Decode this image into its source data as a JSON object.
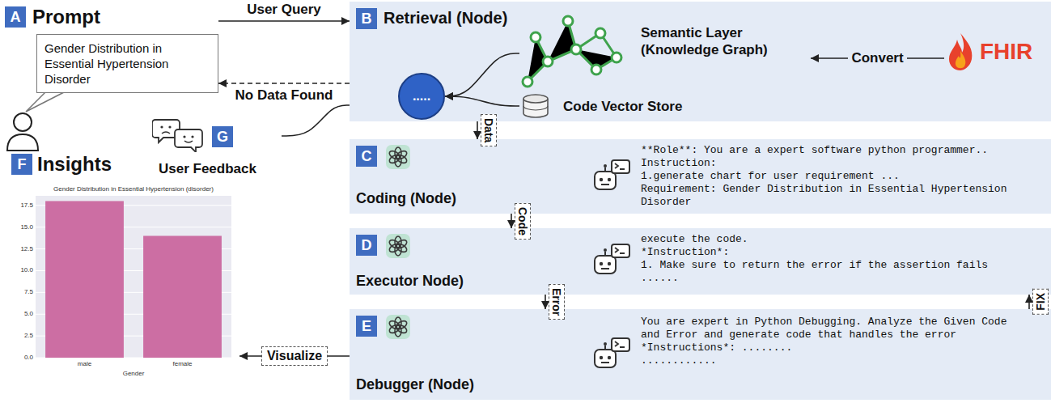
{
  "diagram": {
    "nodes": [
      {
        "text": [
          "A",
          "Prompt"
        ]
      },
      {
        "text": [
          "Gender Distribution in Essential Hypertension Disorder"
        ]
      },
      {
        "text": [
          "B",
          "Retrieval (Node)"
        ]
      },
      {
        "text": [
          "....."
        ],
        "in": 2
      },
      {
        "text": [
          "Semantic Layer (Knowledge Graph)"
        ],
        "in": 2
      },
      {
        "text": [
          "FHIR"
        ],
        "in": 2
      },
      {
        "text": [
          "Code Vector Store"
        ],
        "in": 2
      },
      {
        "text": [
          "C",
          "Coding (Node)",
          "**Role**: You are a expert software python programmer..",
          "Instruction:",
          "1.generate chart for user requirement ...",
          "Requirement: Gender Distribution in Essential Hypertension Disorder"
        ]
      },
      {
        "text": [
          "D",
          "Executor Node)",
          "execute the code.",
          "*Instruction*:",
          "1. Make sure to return the error if the assertion fails ......"
        ]
      },
      {
        "text": [
          "E",
          "Debugger (Node)",
          "You are expert in Python Debugging. Analyze the Given Code and Error and generate code that handles the error",
          "*Instructions*: ........",
          "............"
        ]
      },
      {
        "text": [
          "F",
          "Insights"
        ]
      },
      {
        "text": [
          "G",
          "User Feedback"
        ]
      }
    ],
    "edges": [
      {
        "from": 1,
        "to": 2,
        "label": "User Query",
        "arrow": "to"
      },
      {
        "from": 2,
        "to": 1,
        "label": "No Data Found",
        "arrow": "to"
      },
      {
        "from": 11,
        "to": 2,
        "arrow": "none"
      },
      {
        "from": 4,
        "to": 3,
        "arrow": "to"
      },
      {
        "from": 6,
        "to": 3,
        "arrow": "to"
      },
      {
        "from": 5,
        "to": 4,
        "label": "Convert",
        "arrow": "to"
      },
      {
        "from": 2,
        "to": 7,
        "label": "Data",
        "arrow": "to"
      },
      {
        "from": 7,
        "to": 8,
        "label": "Code",
        "arrow": "to"
      },
      {
        "from": 8,
        "to": 9,
        "label": "Error",
        "arrow": "to"
      },
      {
        "from": 9,
        "to": 8,
        "label": "FIX",
        "arrow": "to"
      },
      {
        "from": 9,
        "to": 10,
        "label": "Visualize",
        "arrow": "to"
      }
    ],
    "labels": [
      "Gender Distribution in Essential Hypertension (disorder)",
      "0.0",
      "2.5",
      "5.0",
      "7.5",
      "10.0",
      "12.5",
      "15.0",
      "17.5",
      "male",
      "female",
      "Gender"
    ]
  }
}
